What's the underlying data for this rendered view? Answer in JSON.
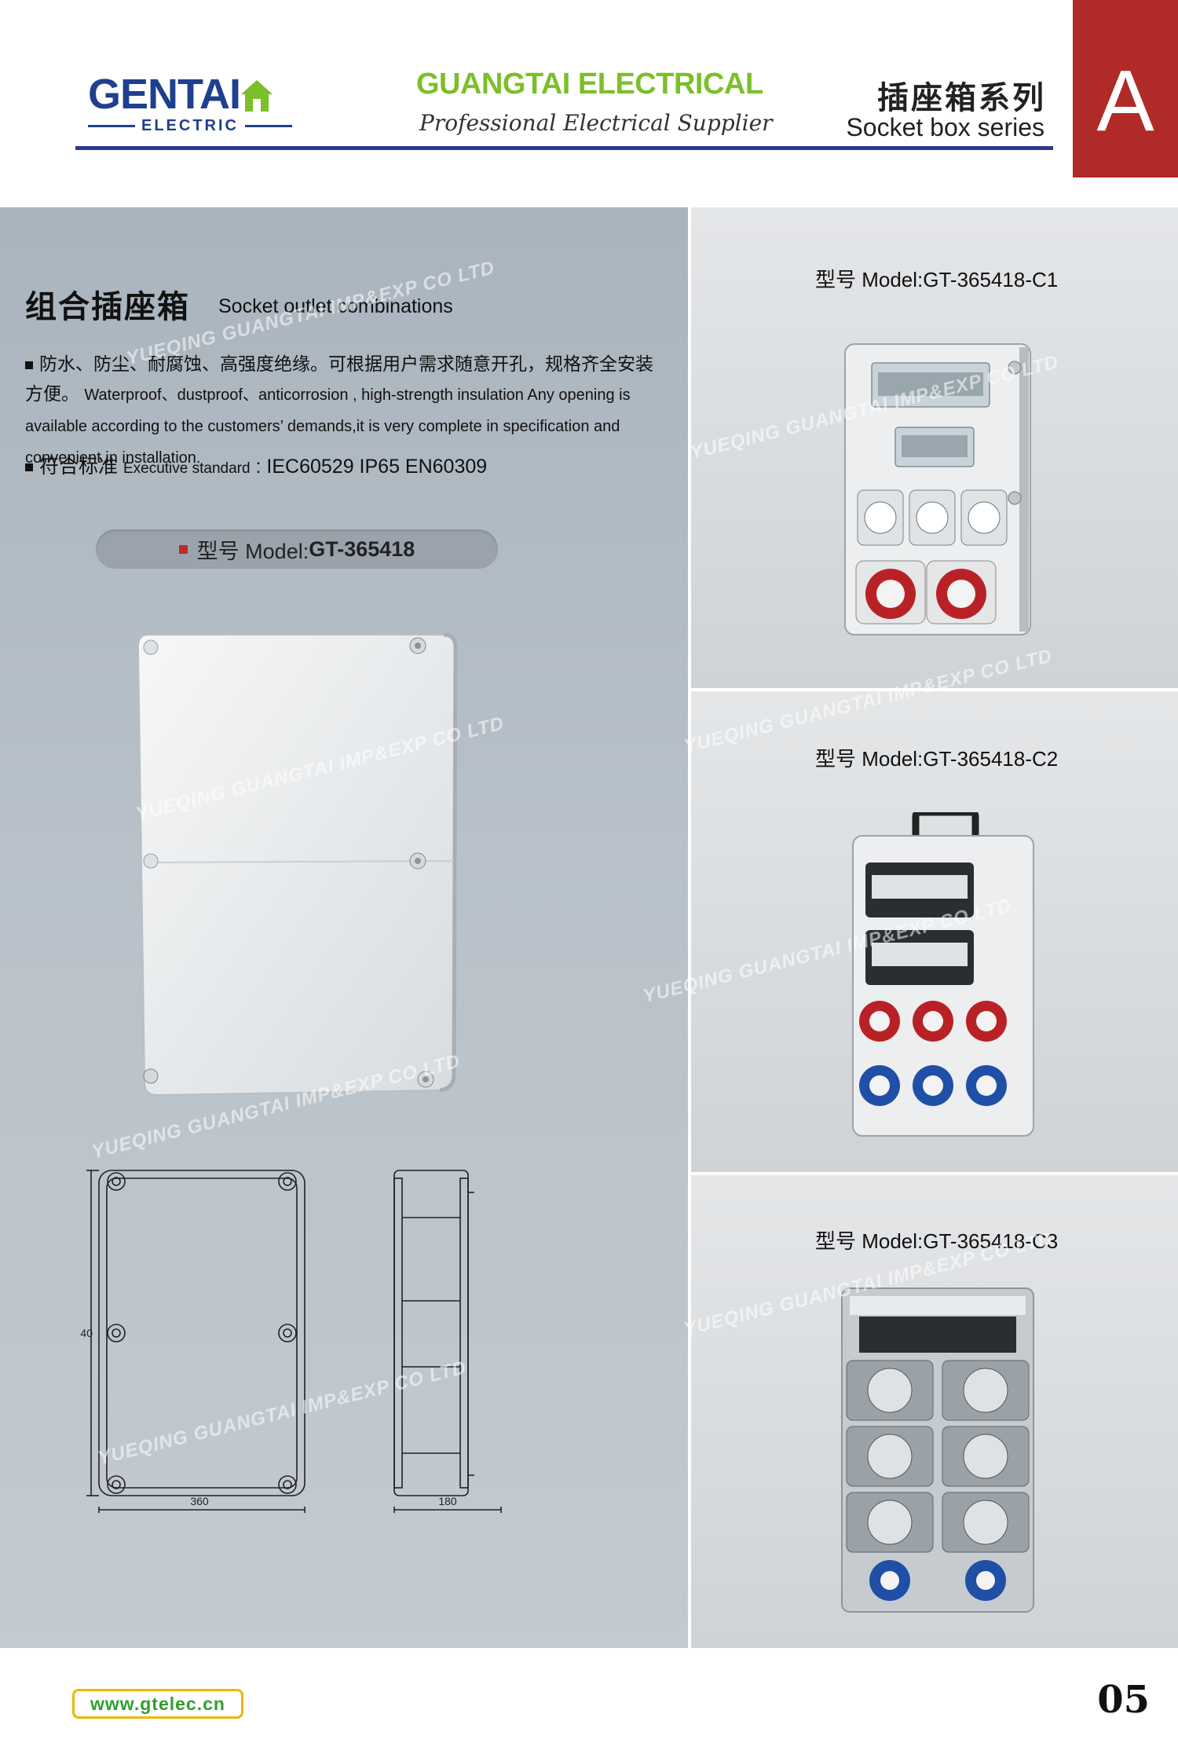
{
  "header": {
    "logo_main": "GENTAI",
    "logo_sub": "ELECTRIC",
    "company": "GUANGTAI ELECTRICAL",
    "tagline": "Professional Electrical Supplier",
    "series_cn": "插座箱系列",
    "series_en": "Socket box series",
    "section_letter": "A"
  },
  "main": {
    "title_cn": "组合插座箱",
    "title_en": "Socket outlet combinations",
    "feature1_cn": "防水、防尘、耐腐蚀、高强度绝缘。可根据用户需求随意开孔，规格齐全安装方便。",
    "feature1_en": "Waterproof、dustproof、anticorrosion , high-strength insulation Any opening is available according to the customers’ demands,it is very complete in specification and convenient in installation.",
    "feature2_cn": "符合标准",
    "feature2_en": "Executive standard",
    "feature2_value": ": IEC60529  IP65  EN60309",
    "model_prefix": "型号 Model:",
    "model_value": "GT-365418",
    "dimensions": {
      "height": "540",
      "width": "360",
      "depth": "180"
    }
  },
  "products": [
    {
      "label": "型号 Model:GT-365418-C1"
    },
    {
      "label": "型号 Model:GT-365418-C2"
    },
    {
      "label": "型号 Model:GT-365418-C3"
    }
  ],
  "watermark": "YUEQING GUANGTAI IMP&EXP CO LTD",
  "footer": {
    "website": "www.gtelec.cn",
    "page_number": "05"
  },
  "colors": {
    "brand_blue": "#1f3f8f",
    "brand_green": "#7cbf2a",
    "section_red": "#b02a27",
    "website_border": "#f0b400"
  }
}
